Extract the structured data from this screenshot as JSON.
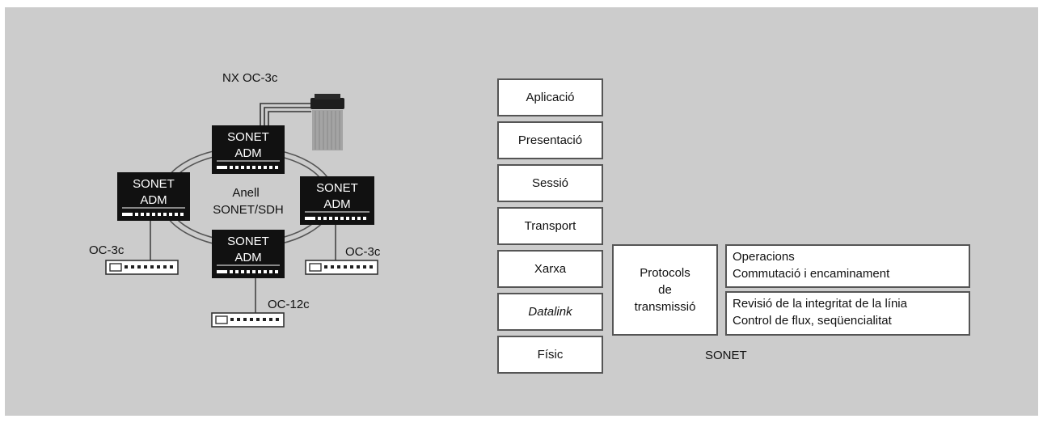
{
  "network": {
    "title": "NX OC-3c",
    "ring_label": [
      "Anell",
      "SONET/SDH"
    ],
    "adm_label": [
      "SONET",
      "ADM"
    ],
    "ports": {
      "left": "OC-3c",
      "right": "OC-3c",
      "bottom": "OC-12c"
    }
  },
  "osi_layers": [
    "Aplicació",
    "Presentació",
    "Sessió",
    "Transport",
    "Xarxa",
    "Datalink",
    "Físic"
  ],
  "protocols": [
    "Protocols",
    "de",
    "transmissió"
  ],
  "functions": {
    "upper": [
      "Operacions",
      "Commutació i encaminament"
    ],
    "lower": [
      "Revisió de la integritat de la línia",
      "Control de flux, seqüencialitat"
    ]
  },
  "sonet_label": "SONET",
  "colors": {
    "background": "#cccccc",
    "device": "#111111",
    "box_border": "#555555",
    "text": "#111111"
  }
}
